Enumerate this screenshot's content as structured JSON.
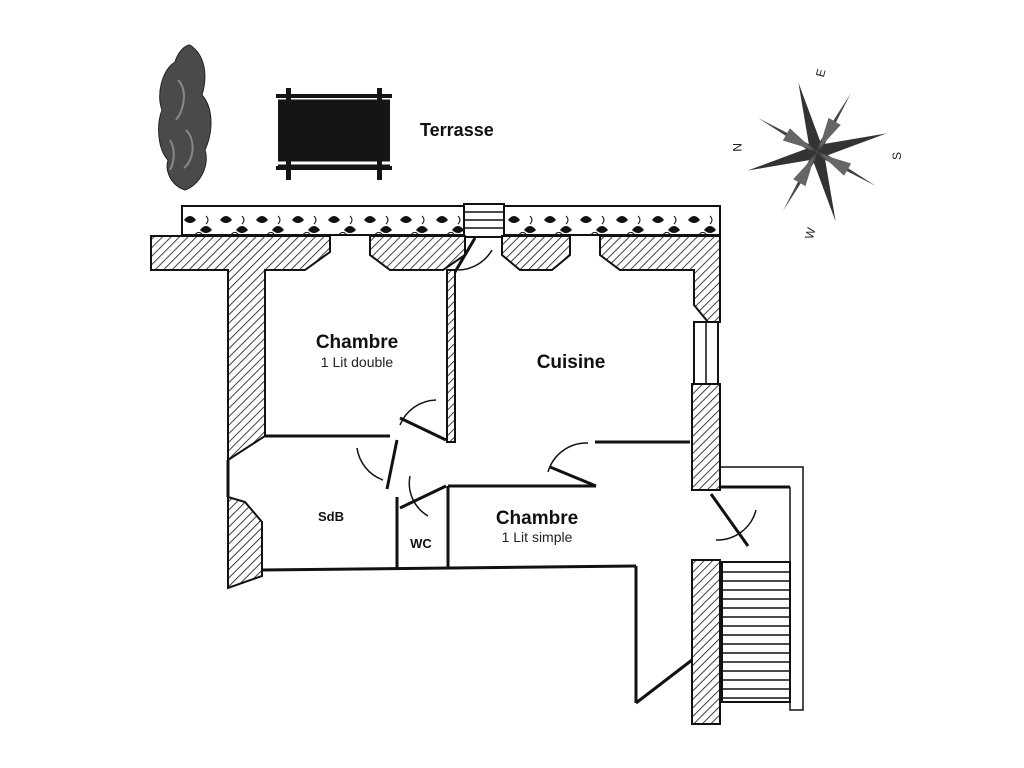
{
  "terrace": {
    "label": "Terrasse"
  },
  "compass": {
    "n": "N",
    "e": "E",
    "s": "S",
    "w": "W"
  },
  "rooms": {
    "bedroom_double": {
      "title": "Chambre",
      "subtitle": "1 Lit double"
    },
    "kitchen": {
      "title": "Cuisine"
    },
    "bathroom": {
      "title": "SdB"
    },
    "wc": {
      "title": "WC"
    },
    "bedroom_single": {
      "title": "Chambre",
      "subtitle": "1 Lit simple"
    }
  },
  "colors": {
    "wall_stroke": "#111111",
    "table_fill": "#151515",
    "tree_fill": "#555555"
  }
}
